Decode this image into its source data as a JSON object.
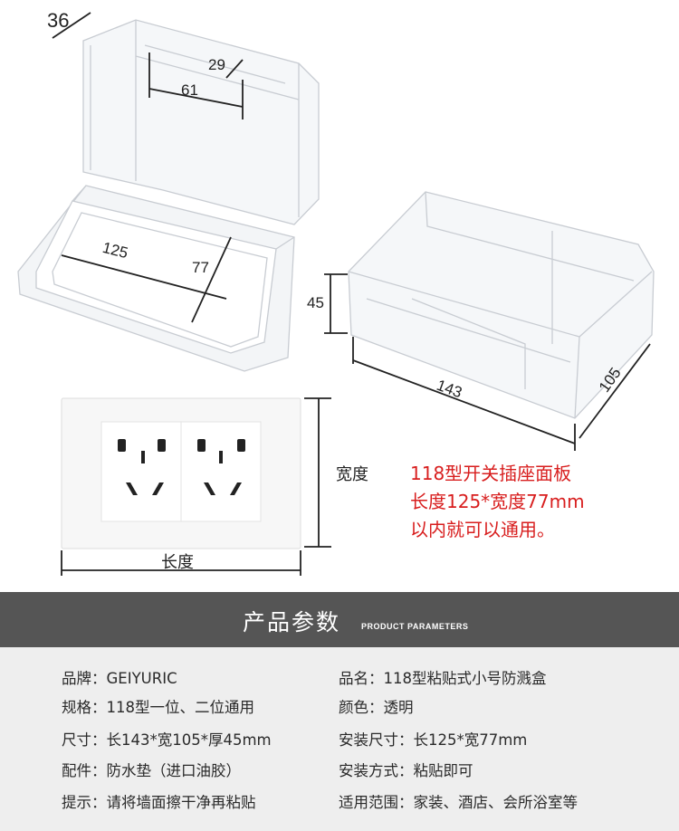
{
  "dimensions": {
    "open_box_depth": "36",
    "open_box_cutout_h": "29",
    "open_box_cutout_w": "61",
    "open_box_inner_len": "125",
    "open_box_inner_wid": "77",
    "closed_height": "45",
    "closed_length": "143",
    "closed_width": "105"
  },
  "panel_labels": {
    "width": "宽度",
    "length": "长度"
  },
  "note_lines": [
    "118型开关插座面板",
    "长度125*宽度77mm",
    "以内就可以通用。"
  ],
  "header": {
    "title": "产品参数",
    "subtitle": "PRODUCT PARAMETERS"
  },
  "params": {
    "left": [
      {
        "key": "品牌：",
        "value": "GEIYURIC"
      },
      {
        "key": "规格：",
        "value": "118型一位、二位通用"
      },
      {
        "key": "尺寸：",
        "value": "长143*宽105*厚45mm"
      },
      {
        "key": "配件：",
        "value": "防水垫（进口油胶）"
      },
      {
        "key": "提示：",
        "value": "请将墙面擦干净再粘贴"
      }
    ],
    "right": [
      {
        "key": "品名：",
        "value": "118型粘贴式小号防溅盒"
      },
      {
        "key": "颜色：",
        "value": "透明"
      },
      {
        "key": "安装尺寸：",
        "value": "长125*宽77mm"
      },
      {
        "key": "安装方式：",
        "value": "粘贴即可"
      },
      {
        "key": "适用范围：",
        "value": "家装、酒店、会所浴室等"
      }
    ]
  },
  "colors": {
    "note_red": "#d81e1e",
    "band_gray": "#555555",
    "params_bg": "#eeeeee"
  }
}
